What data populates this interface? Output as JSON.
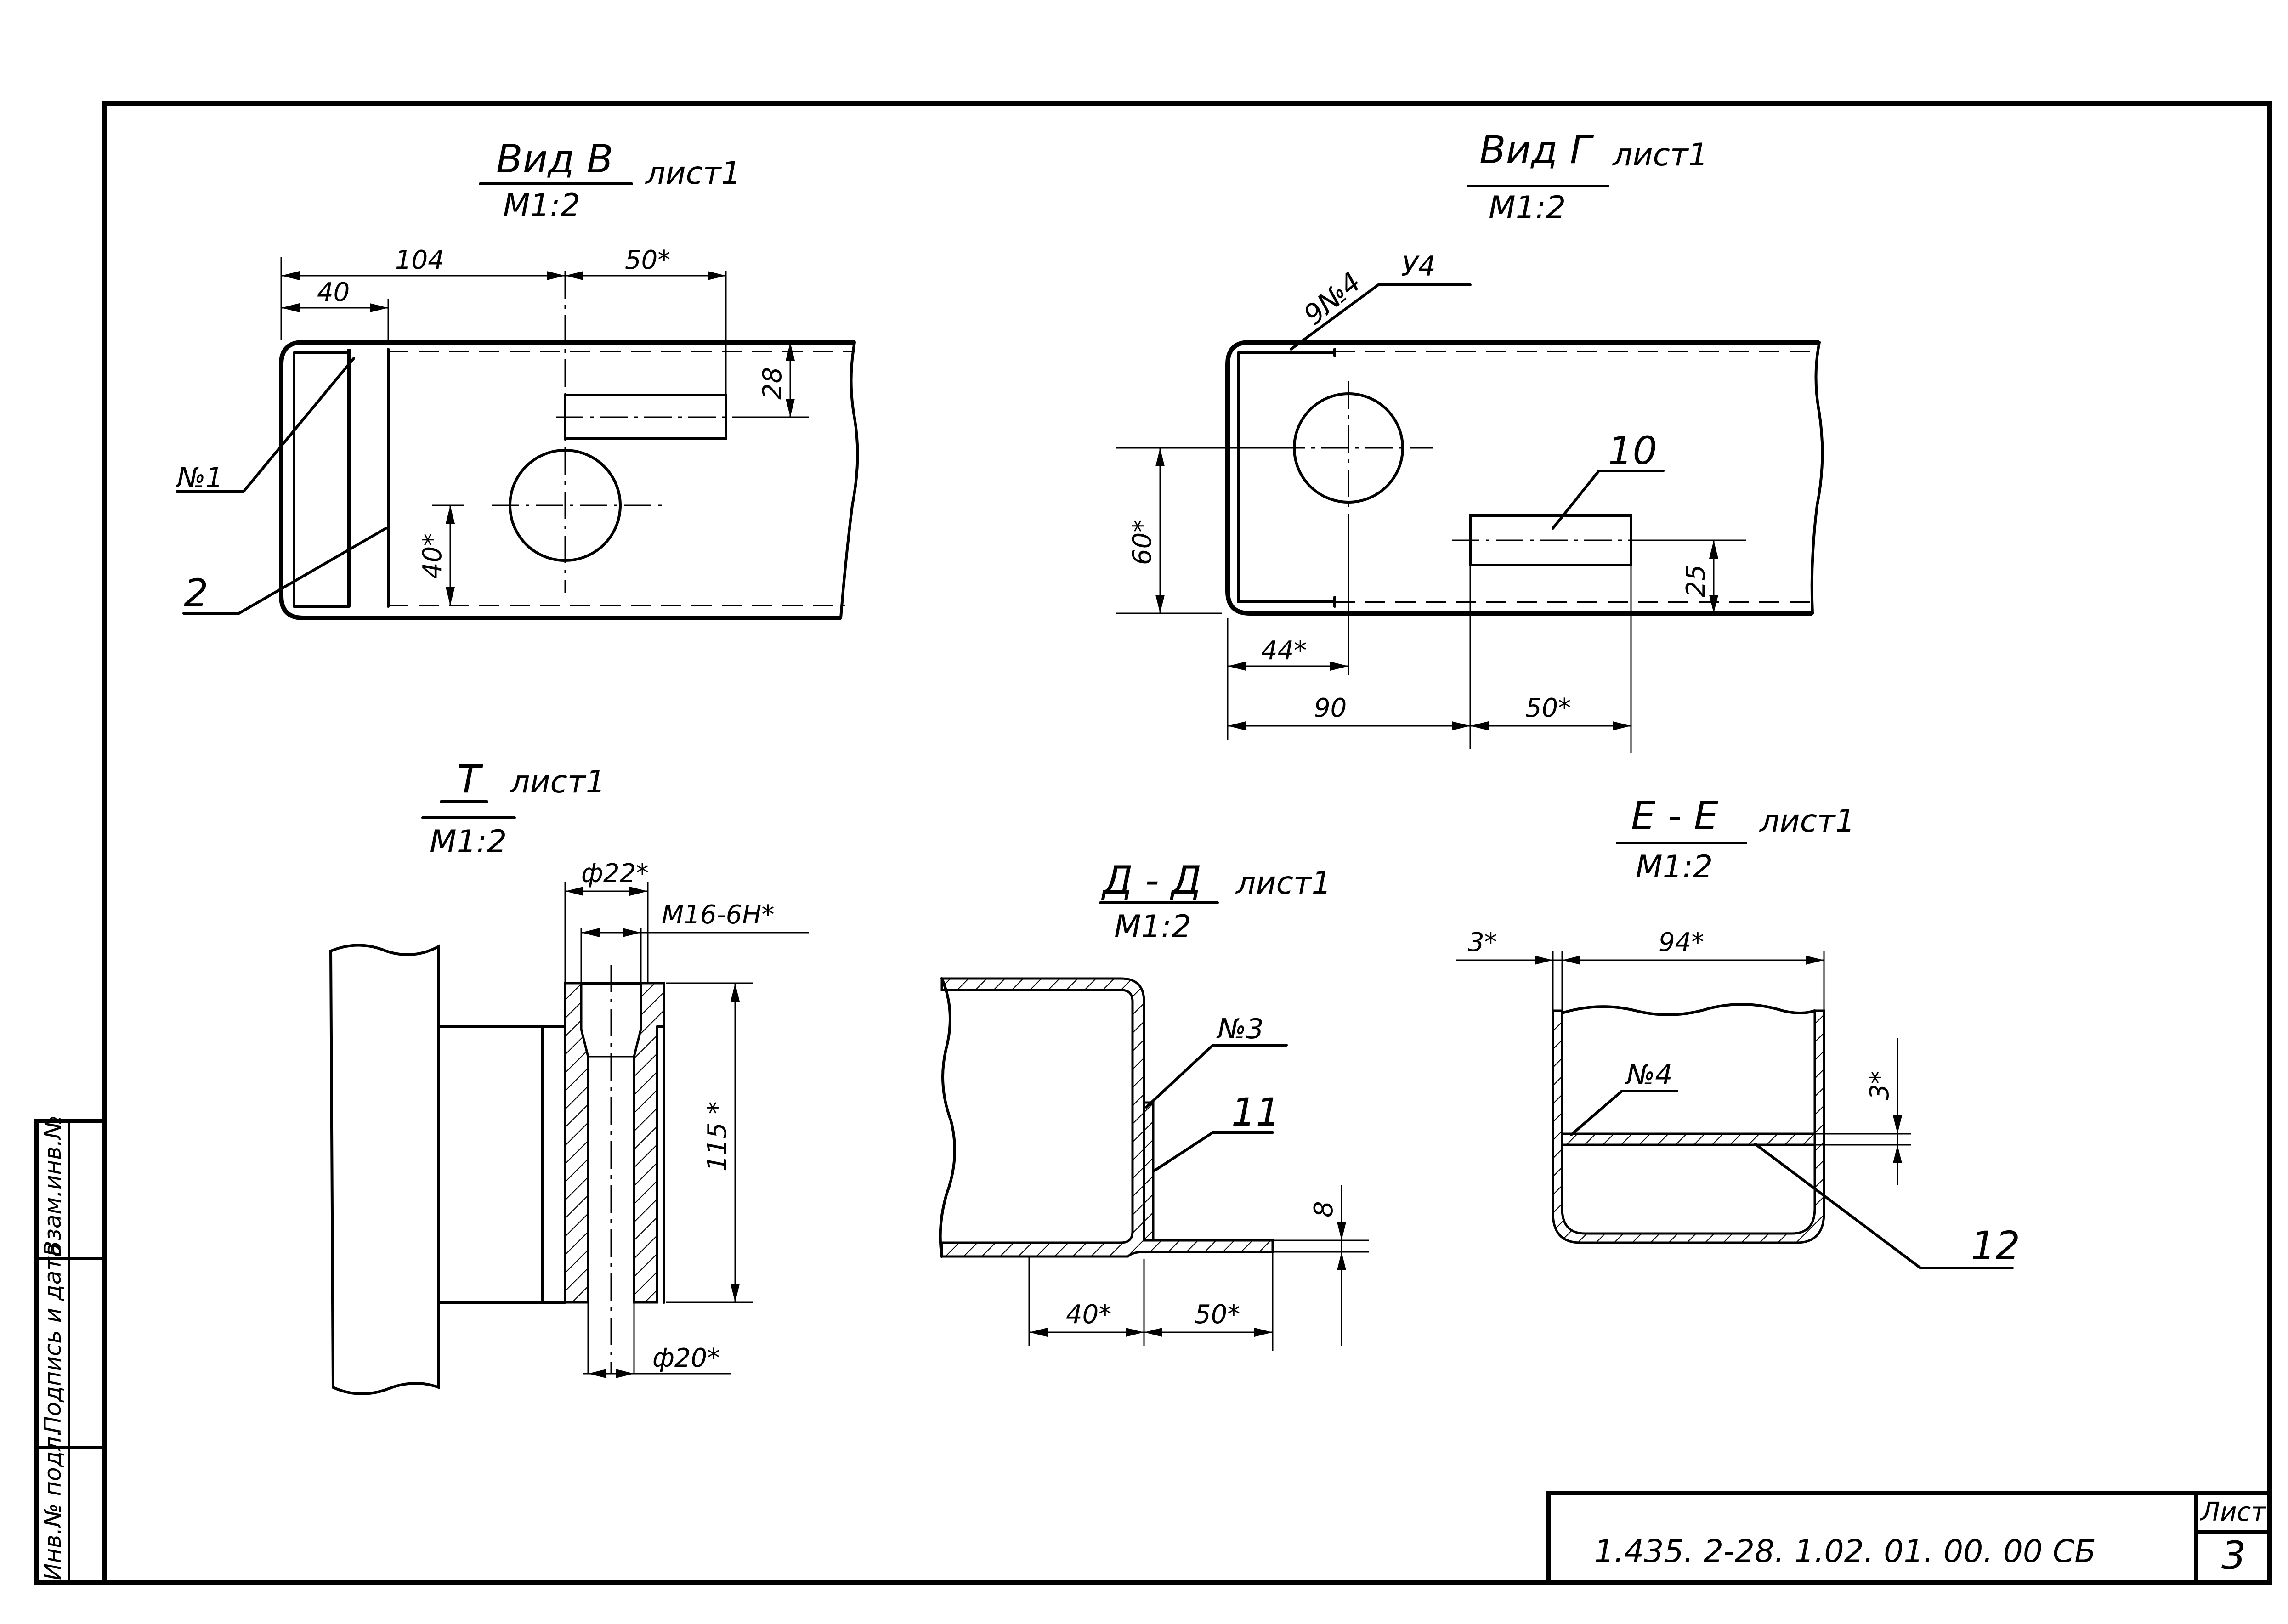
{
  "views": {
    "view_v": {
      "title": "Вид В",
      "scale": "М1:2",
      "sheet": "лист1"
    },
    "view_g": {
      "title": "Вид Г",
      "scale": "М1:2",
      "sheet": "лист1"
    },
    "view_t": {
      "title": "Т",
      "scale": "М1:2",
      "sheet": "лист1"
    },
    "section_d": {
      "title": "Д - Д",
      "scale": "М1:2",
      "sheet": "лист1"
    },
    "section_e": {
      "title": "Е - Е",
      "scale": "М1:2",
      "sheet": "лист1"
    }
  },
  "dimensions": {
    "v_104": "104",
    "v_40": "40",
    "v_50": "50*",
    "v_28": "28",
    "v_40s": "40*",
    "g_60": "60*",
    "g_44": "44*",
    "g_90": "90",
    "g_50": "50*",
    "g_25": "25",
    "t_d22": "ф22*",
    "t_m16": "М16-6Н*",
    "t_115": "115 *",
    "t_d20": "ф20*",
    "d_40": "40*",
    "d_50": "50*",
    "d_8": "8",
    "e_3a": "3*",
    "e_94": "94*",
    "e_3b": "3*"
  },
  "callouts": {
    "n1": "№1",
    "p2": "2",
    "n4a": "9№4",
    "y4": "У4",
    "p10": "10",
    "n3": "№3",
    "p11": "11",
    "n4b": "№4",
    "p12": "12"
  },
  "title_block": {
    "code": "1.435. 2-28. 1.02. 01. 00. 00 СБ",
    "sheet_label": "Лист",
    "sheet_number": "3"
  },
  "side_stamp": {
    "f1": "Инв.№ подл.",
    "f2": "Подпись и дата",
    "f3": "Взам.инв.№"
  }
}
